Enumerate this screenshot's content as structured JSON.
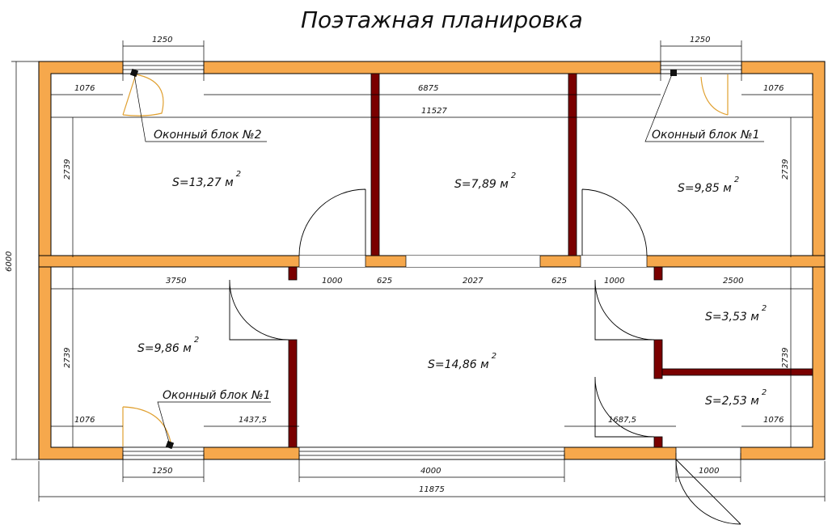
{
  "title": "Поэтажная планировка",
  "rooms": [
    {
      "area": "S=13,27 м",
      "unit_exp": "2"
    },
    {
      "area": "S=7,89 м",
      "unit_exp": "2"
    },
    {
      "area": "S=9,85 м",
      "unit_exp": "2"
    },
    {
      "area": "S=9,86 м",
      "unit_exp": "2"
    },
    {
      "area": "S=14,86 м",
      "unit_exp": "2"
    },
    {
      "area": "S=3,53 м",
      "unit_exp": "2"
    },
    {
      "area": "S=2,53 м",
      "unit_exp": "2"
    }
  ],
  "labels": {
    "window2": "Оконный блок №2",
    "window1_right": "Оконный блок №1",
    "window1_bottom": "Оконный блок №1"
  },
  "dims": {
    "win_top_left": "1250",
    "win_top_right": "1250",
    "top_left_1076": "1076",
    "top_6875": "6875",
    "top_right_1076": "1076",
    "inner_11527": "11527",
    "left_2739_top": "2739",
    "right_2739_top": "2739",
    "total_6000": "6000",
    "mid_3750": "3750",
    "mid_1000_a": "1000",
    "mid_625_a": "625",
    "mid_2027": "2027",
    "mid_625_b": "625",
    "mid_1000_b": "1000",
    "mid_2500": "2500",
    "left_2739_bottom": "2739",
    "right_2739_bottom": "2739",
    "bot_left_1076": "1076",
    "bot_1437": "1437,5",
    "bot_1687": "1687,5",
    "bot_right_1076": "1076",
    "win_bottom": "1250",
    "bot_4000": "4000",
    "bot_door_1000": "1000",
    "total_11875": "11875"
  }
}
